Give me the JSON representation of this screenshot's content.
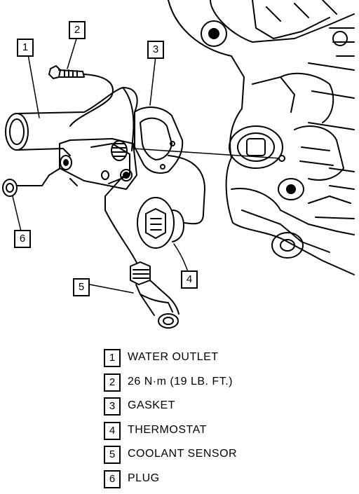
{
  "callouts": [
    "1",
    "2",
    "3",
    "4",
    "5",
    "6"
  ],
  "legend": [
    {
      "num": "1",
      "text": "WATER OUTLET"
    },
    {
      "num": "2",
      "text": "26 N·m (19 LB. FT.)"
    },
    {
      "num": "3",
      "text": "GASKET"
    },
    {
      "num": "4",
      "text": "THERMOSTAT"
    },
    {
      "num": "5",
      "text": "COOLANT SENSOR"
    },
    {
      "num": "6",
      "text": "PLUG"
    }
  ]
}
